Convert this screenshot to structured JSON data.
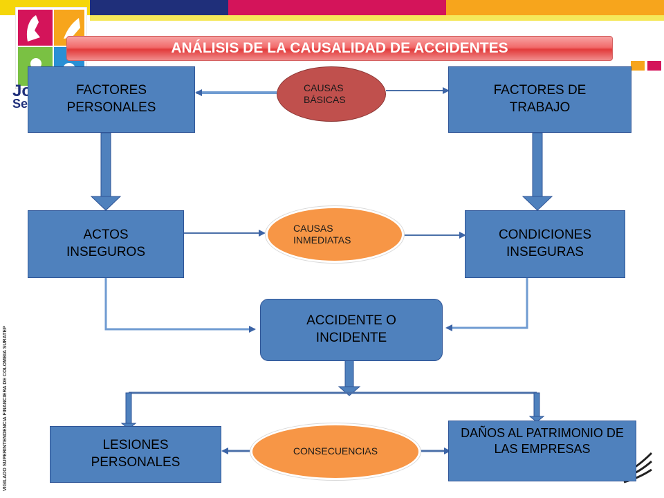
{
  "title": "ANÁLISIS DE LA CAUSALIDAD DE ACCIDENTES",
  "colors": {
    "box_fill": "#4f81bd",
    "causas_basicas": "#c0504d",
    "orange": "#f79646",
    "title_red": "#e23b3b",
    "top_yellow": "#f5d60a",
    "top_red": "#d4145a",
    "top_blue": "#1f2f7a",
    "top_orange": "#f7a51c"
  },
  "nodes": {
    "factores_personales": "FACTORES PERSONALES",
    "factores_trabajo": "FACTORES DE TRABAJO",
    "causas_basicas": "CAUSAS BÁSICAS",
    "actos_inseguros": "ACTOS INSEGUROS",
    "causas_inmediatas": "CAUSAS INMEDIATAS",
    "condiciones_inseguras": "CONDICIONES INSEGURAS",
    "accidente": "ACCIDENTE O INCIDENTE",
    "lesiones": "LESIONES PERSONALES",
    "consecuencias": "CONSECUENCIAS",
    "danos": "DAÑOS AL PATRIMONIO DE LAS EMPRESAS"
  },
  "logo_text": {
    "line1": "Jo",
    "line2": "Se",
    "side": "VIGILADO SUPERINTENDENCIA FINANCIERA DE COLOMBIA SURATEP S.A."
  }
}
